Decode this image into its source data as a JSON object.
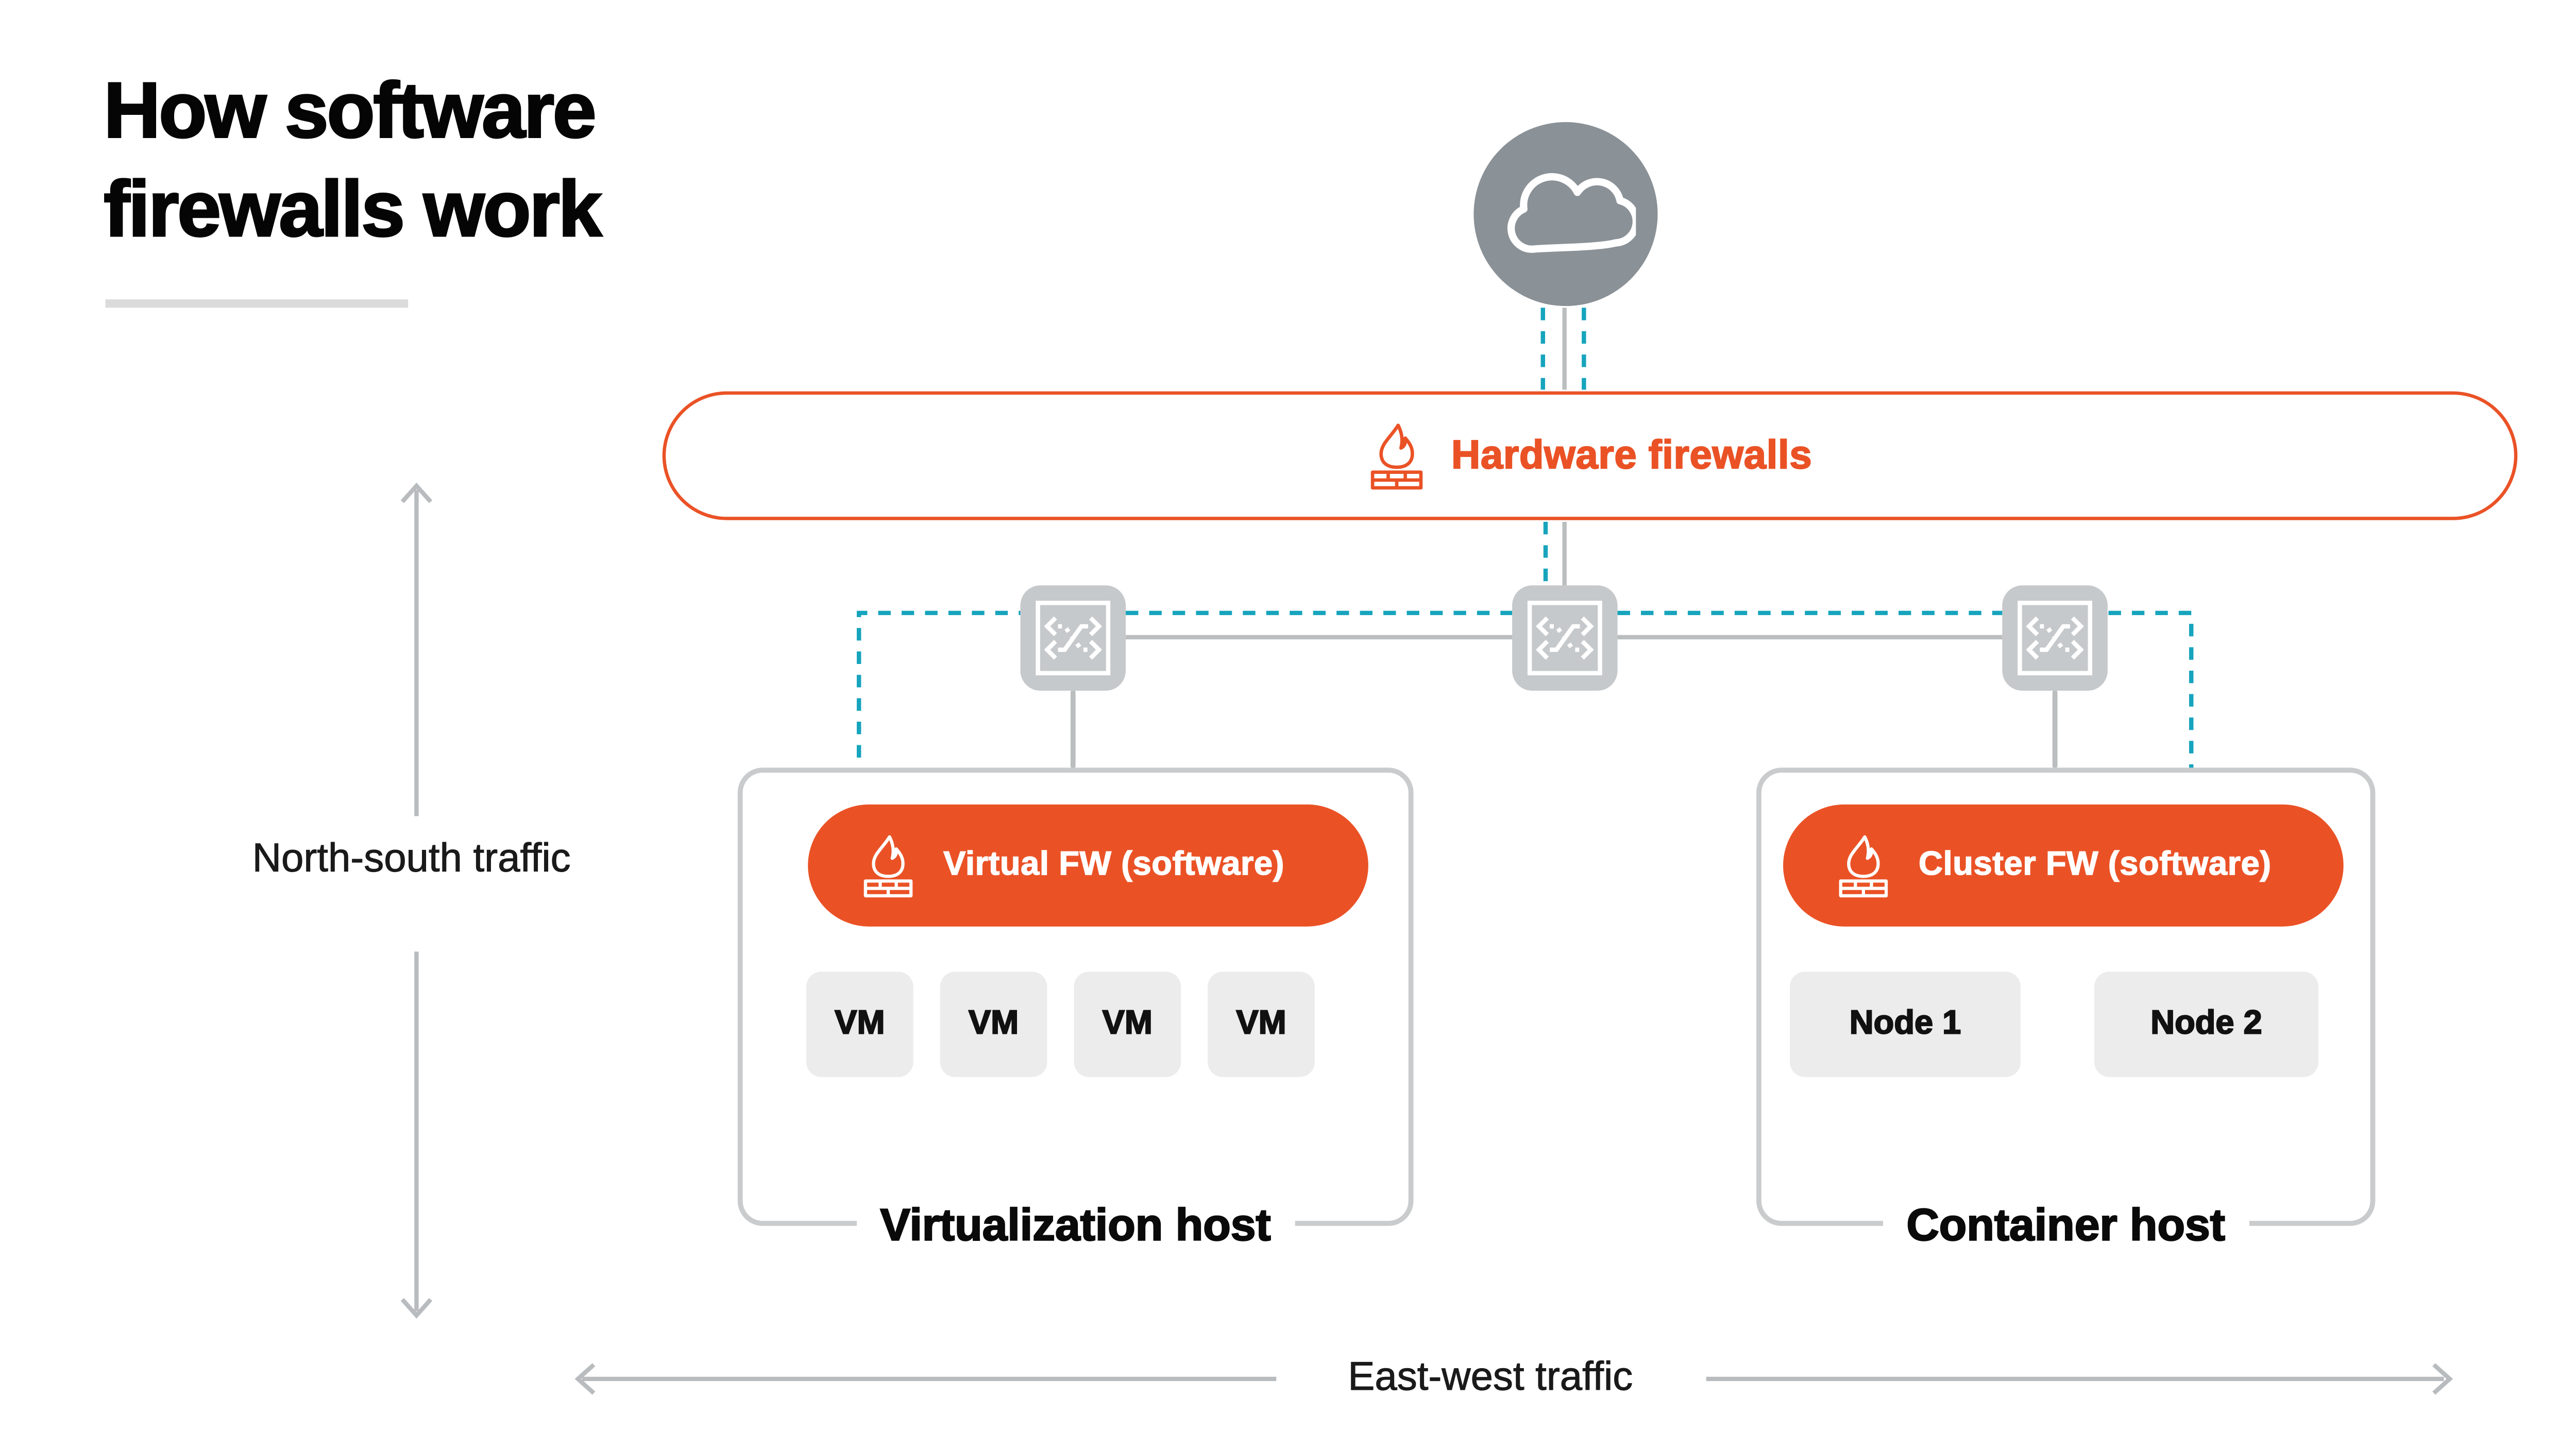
{
  "title": {
    "text": "How software firewalls work"
  },
  "cloud": {
    "icon": "cloud-icon"
  },
  "hardware_firewall": {
    "label": "Hardware firewalls",
    "icon": "firewall-flame-brick-icon"
  },
  "switches": {
    "icon": "network-switch-icon",
    "count": 3
  },
  "hosts": {
    "virtualization": {
      "caption": "Virtualization host",
      "firewall_label": "Virtual FW (software)",
      "firewall_icon": "firewall-flame-brick-icon",
      "vms": [
        "VM",
        "VM",
        "VM",
        "VM"
      ]
    },
    "container": {
      "caption": "Container host",
      "firewall_label": "Cluster FW (software)",
      "firewall_icon": "firewall-flame-brick-icon",
      "nodes": [
        "Node 1",
        "Node 2"
      ]
    }
  },
  "traffic": {
    "north_south": "North-south traffic",
    "east_west": "East-west traffic"
  },
  "colors": {
    "orange": "#ea5226",
    "teal_dash": "#17a4bd",
    "gray_line": "#bbbebf",
    "switch_gray": "#c6c9cb",
    "cloud_gray": "#8a9197",
    "host_border": "#c9cbcd",
    "unit_fill": "#ececed",
    "title_rule": "#dbdbdb"
  }
}
